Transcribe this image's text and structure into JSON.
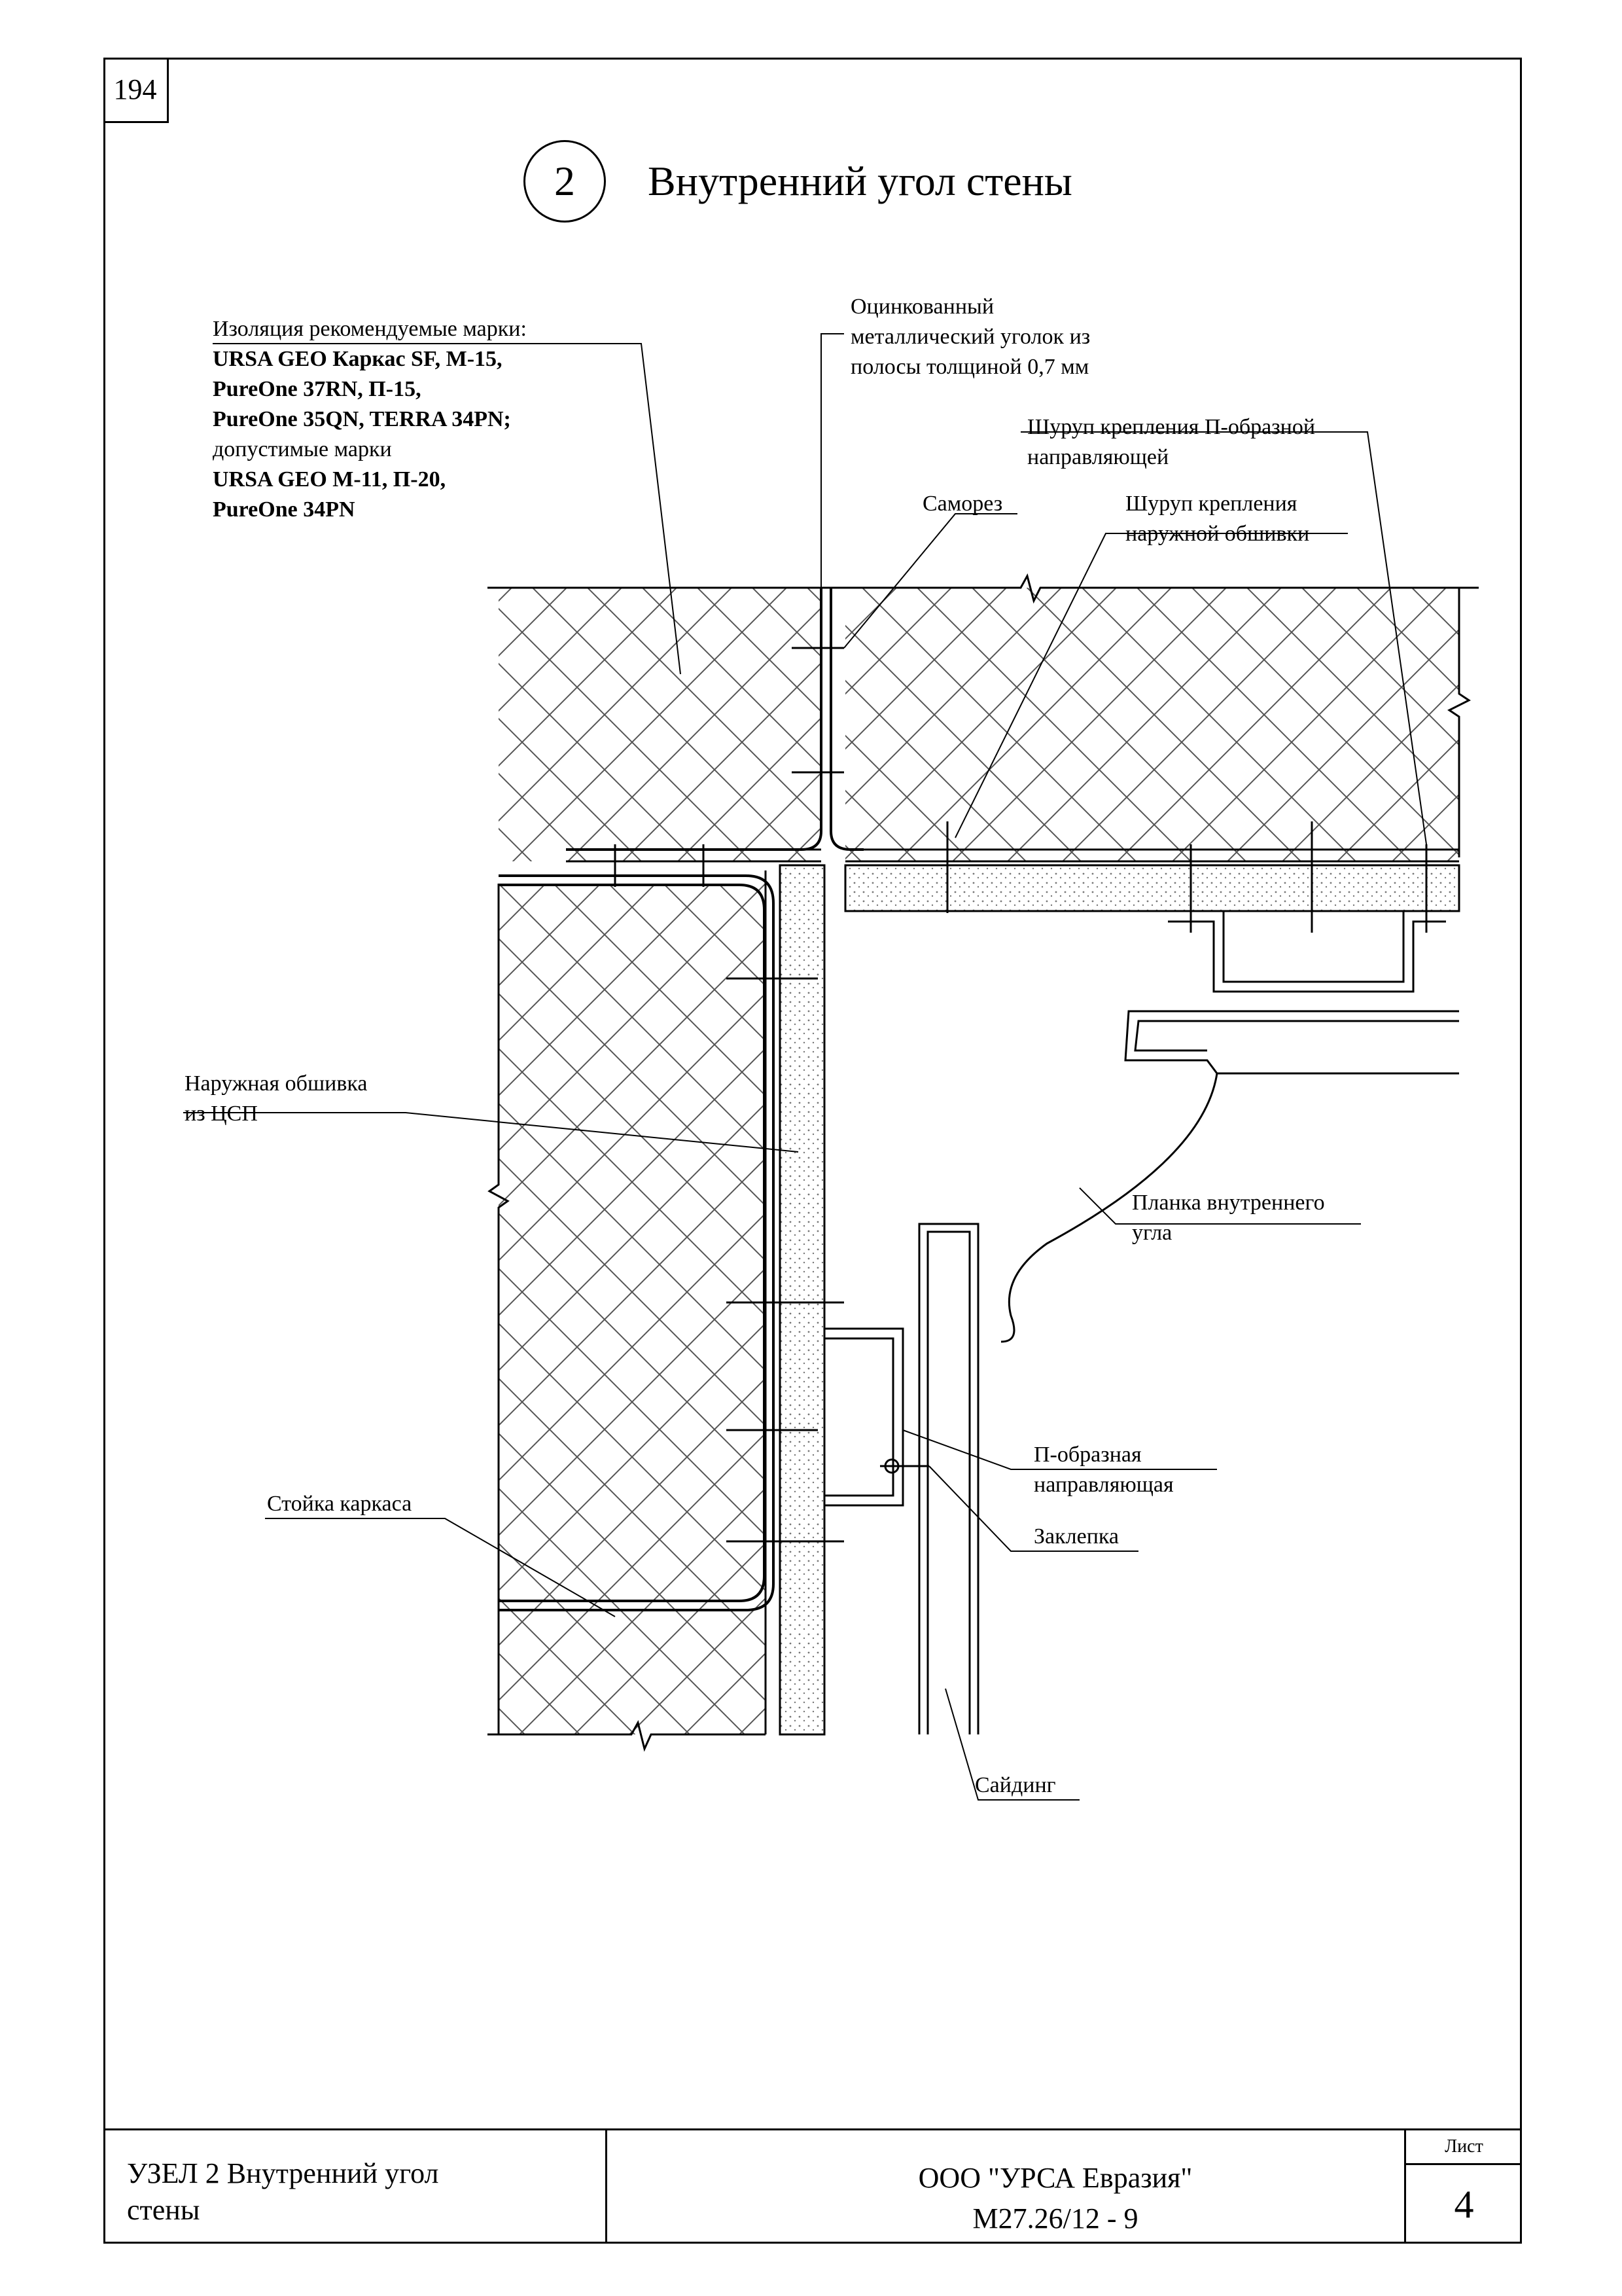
{
  "page_number": "194",
  "header": {
    "node_number": "2",
    "title": "Внутренний угол стены"
  },
  "callouts": {
    "insulation": {
      "line1": "Изоляция рекомендуемые марки:",
      "bold1": "URSA GEO Каркас SF, М-15,",
      "bold2": "PureOne 37RN, П-15,",
      "bold3": "PureOne 35QN, TERRA 34PN;",
      "line2": "допустимые марки",
      "bold4": "URSA GEO M-11, П-20,",
      "bold5": "PureOne 34PN"
    },
    "angle": {
      "line1": "Оцинкованный",
      "line2": "металлический уголок из",
      "line3": "полосы толщиной 0,7 мм"
    },
    "screw_guide": {
      "line1": "Шуруп крепления П-образной",
      "line2": "направляющей"
    },
    "self_tap": {
      "text": "Саморез"
    },
    "screw_sheathing": {
      "line1": "Шуруп крепления",
      "line2": "наружной обшивки"
    },
    "sheathing": {
      "line1": "Наружная обшивка",
      "line2": "из ЦСП"
    },
    "inner_corner": {
      "line1": "Планка внутреннего",
      "line2": "угла"
    },
    "u_guide": {
      "line1": "П-образная",
      "line2": "направляющая"
    },
    "rivet": {
      "text": "Заклепка"
    },
    "stud": {
      "text": "Стойка каркаса"
    },
    "siding": {
      "text": "Сайдинг"
    }
  },
  "stamp": {
    "title_line1": "УЗЕЛ 2 Внутренний угол",
    "title_line2": "стены",
    "company": "ООО \"УРСА Евразия\"",
    "code": "М27.26/12 - 9",
    "sheet_label": "Лист",
    "sheet_number": "4"
  },
  "colors": {
    "line": "#000000",
    "hatch": "#555555",
    "background": "#ffffff"
  }
}
